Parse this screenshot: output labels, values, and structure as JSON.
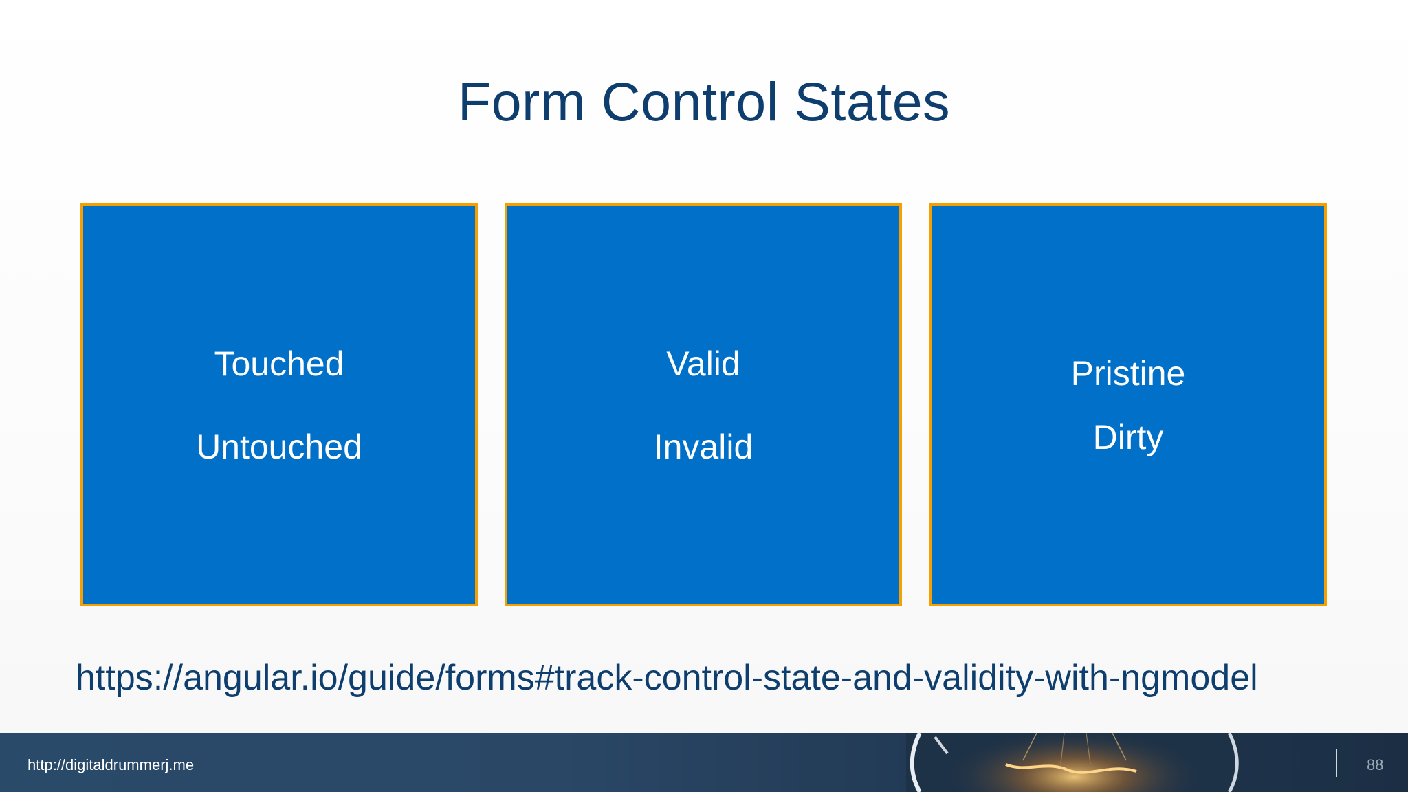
{
  "slide": {
    "title": "Form Control States",
    "boxes": [
      {
        "line1": "Touched",
        "line2": "Untouched"
      },
      {
        "line1": "Valid",
        "line2": "Invalid"
      },
      {
        "line1": "Pristine",
        "line2": "Dirty"
      }
    ],
    "link": "https://angular.io/guide/forms#track-control-state-and-validity-with-ngmodel",
    "footer": {
      "url": "http://digitaldrummerj.me",
      "page_number": "88"
    }
  },
  "colors": {
    "title": "#0e3e6e",
    "box_fill": "#0070c8",
    "box_border": "#f4a000",
    "footer_bg": "#2a4766"
  }
}
